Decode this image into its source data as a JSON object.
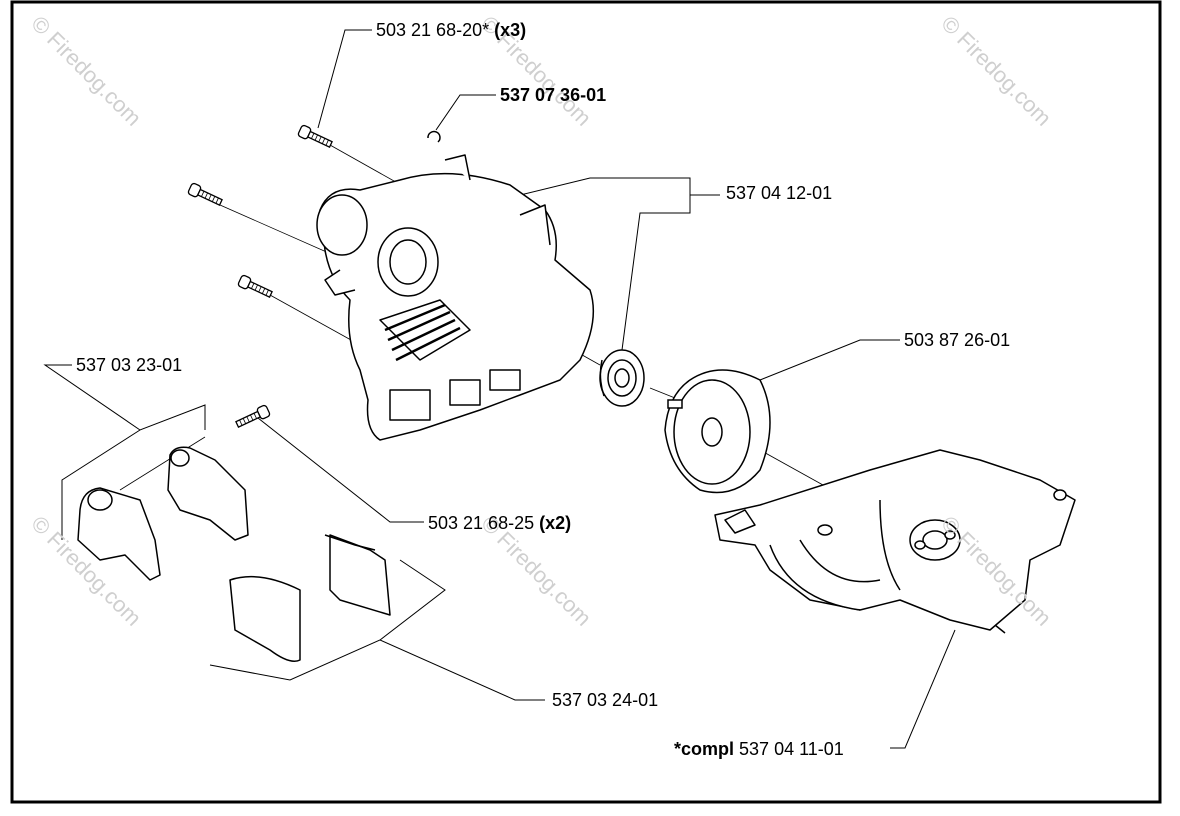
{
  "watermark": "© Firedog.com",
  "labels": {
    "bolt_x3_num": "503 21 68-20*",
    "bolt_x3_qty": "(x3)",
    "clip": "537 07 36-01",
    "bearing": "537 04 12-01",
    "drum": "503 87 26-01",
    "guard_cover": "537 03 23-01",
    "bolt_x2_num": "503 21 68-25",
    "bolt_x2_qty": "(x2)",
    "liners": "537 03 24-01",
    "compl_prefix": "*compl",
    "compl_num": "537 04 11-01"
  }
}
